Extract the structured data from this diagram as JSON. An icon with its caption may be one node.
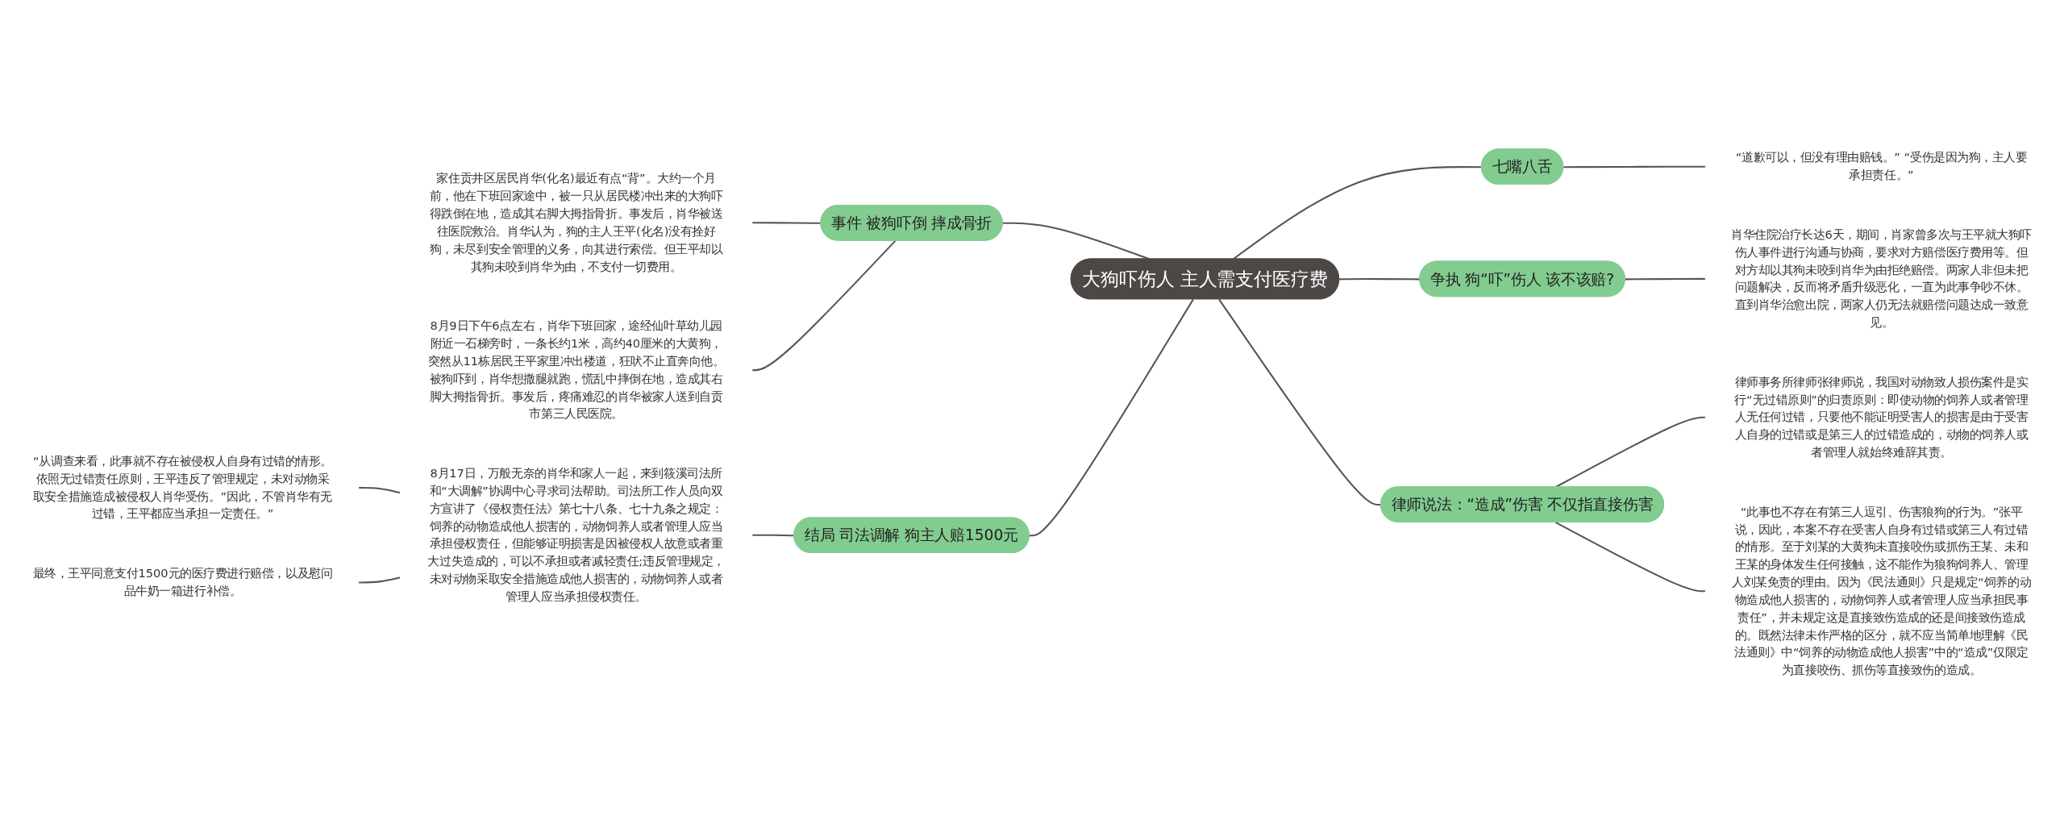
{
  "diagram": {
    "nodes": [
      {
        "text": [
          "大狗吓伤人 主人需支付医疗费"
        ]
      },
      {
        "text": [
          "七嘴八舌"
        ]
      },
      {
        "text": [
          "“道歉可以，但没有理由赔钱。” “受伤是因为狗，主人要承担责任。”"
        ]
      },
      {
        "text": [
          "争执 狗“吓”伤人 该不该赔?"
        ]
      },
      {
        "text": [
          "肖华住院治疗长达6天，期间，肖家曾多次与王平就大狗吓伤人事件进行沟通与协商，要求对方赔偿医疗费用等。但对方却以其狗未咬到肖华为由拒绝赔偿。两家人非但未把问题解决，反而将矛盾升级恶化，一直为此事争吵不休。直到肖华治愈出院，两家人仍无法就赔偿问题达成一致意见。"
        ]
      },
      {
        "text": [
          "律师说法：“造成”伤害 不仅指直接伤害"
        ]
      },
      {
        "text": [
          "律师事务所律师张律师说，我国对动物致人损伤案件是实行“无过错原则”的归责原则：即使动物的饲养人或者管理人无任何过错，只要他不能证明受害人的损害是由于受害人自身的过错或是第三人的过错造成的，动物的饲养人或者管理人就始终难辞其责。"
        ]
      },
      {
        "text": [
          "“此事也不存在有第三人逗引、伤害狼狗的行为。”张平说，因此，本案不存在受害人自身有过错或第三人有过错的情形。至于刘某的大黄狗未直接咬伤或抓伤王某、未和王某的身体发生任何接触，这不能作为狼狗饲养人、管理人刘某免责的理由。因为《民法通则》只是规定“饲养的动物造成他人损害的，动物饲养人或者管理人应当承担民事责任”，并未规定这是直接致伤造成的还是间接致伤造成的。既然法律未作严格的区分，就不应当简单地理解《民法通则》中“饲养的动物造成他人损害”中的“造成”仅限定为直接咬伤、抓伤等直接致伤的造成。"
        ]
      },
      {
        "text": [
          "事件 被狗吓倒 摔成骨折"
        ]
      },
      {
        "text": [
          "家住贡井区居民肖华(化名)最近有点“背”。大约一个月前，他在下班回家途中，被一只从居民楼冲出来的大狗吓得跌倒在地，造成其右脚大拇指骨折。事发后，肖华被送往医院救治。肖华认为，狗的主人王平(化名)没有拴好狗，未尽到安全管理的义务，向其进行索偿。但王平却以其狗未咬到肖华为由，不支付一切费用。"
        ]
      },
      {
        "text": [
          "8月9日下午6点左右，肖华下班回家，途经仙叶草幼儿园附近一石梯旁时，一条长约1米，高约40厘米的大黄狗，突然从11栋居民王平家里冲出楼道，狂吠不止直奔向他。被狗吓到，肖华想撒腿就跑，慌乱中摔倒在地，造成其右脚大拇指骨折。事发后，疼痛难忍的肖华被家人送到自贡市第三人民医院。"
        ]
      },
      {
        "text": [
          "结局 司法调解 狗主人赔1500元"
        ]
      },
      {
        "text": [
          "8月17日，万般无奈的肖华和家人一起，来到筱溪司法所和“大调解”协调中心寻求司法帮助。司法所工作人员向双方宣讲了《侵权责任法》第七十八条、七十九条之规定：饲养的动物造成他人损害的，动物饲养人或者管理人应当承担侵权责任，但能够证明损害是因被侵权人故意或者重大过失造成的，可以不承担或者减轻责任;违反管理规定，未对动物采取安全措施造成他人损害的，动物饲养人或者管理人应当承担侵权责任。"
        ]
      },
      {
        "text": [
          "“从调查来看，此事就不存在被侵权人自身有过错的情形。依照无过错责任原则，王平违反了管理规定，未对动物采取安全措施造成被侵权人肖华受伤。”因此，不管肖华有无过错，王平都应当承担一定责任。”"
        ]
      },
      {
        "text": [
          "最终，王平同意支付1500元的医疗费进行赔偿，以及慰问品牛奶一箱进行补偿。"
        ]
      }
    ],
    "edges": [
      {
        "from": 0,
        "to": 1,
        "arrow": "none"
      },
      {
        "from": 1,
        "to": 2,
        "arrow": "none"
      },
      {
        "from": 0,
        "to": 3,
        "arrow": "none"
      },
      {
        "from": 3,
        "to": 4,
        "arrow": "none"
      },
      {
        "from": 0,
        "to": 5,
        "arrow": "none"
      },
      {
        "from": 5,
        "to": 6,
        "arrow": "none"
      },
      {
        "from": 5,
        "to": 7,
        "arrow": "none"
      },
      {
        "from": 8,
        "to": 0,
        "arrow": "none"
      },
      {
        "from": 9,
        "to": 8,
        "arrow": "none"
      },
      {
        "from": 10,
        "to": 8,
        "arrow": "none"
      },
      {
        "from": 11,
        "to": 0,
        "arrow": "none"
      },
      {
        "from": 12,
        "to": 11,
        "arrow": "none"
      },
      {
        "from": 13,
        "to": 12,
        "arrow": "none"
      },
      {
        "from": 14,
        "to": 12,
        "arrow": "none"
      }
    ]
  }
}
